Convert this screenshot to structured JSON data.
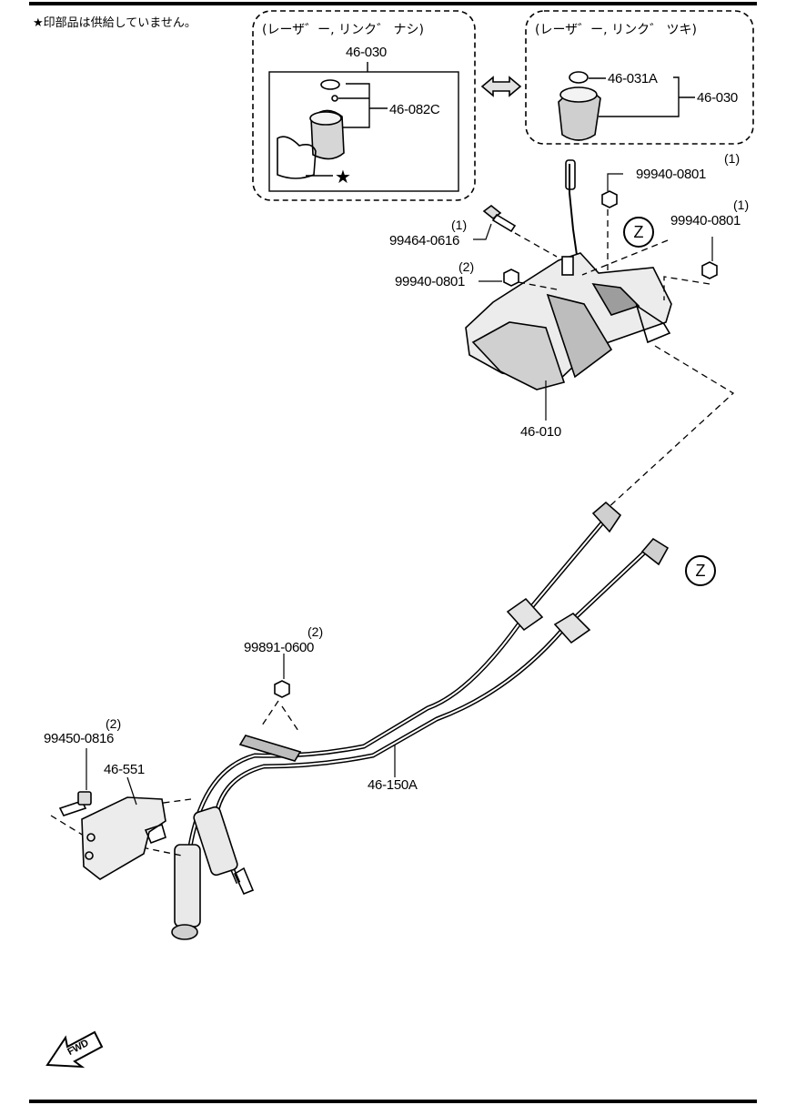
{
  "note": {
    "star": "★",
    "text": "印部品は供給していません。"
  },
  "variants": {
    "left": {
      "caption": "(レーザ゛ー, リンク゛ ナシ)",
      "part_number": "46-030",
      "sub_callout": "46-082C",
      "star": "★"
    },
    "right": {
      "caption": "(レーザ゛ー, リンク゛ ツキ)",
      "part_number": "46-030",
      "sub_callout": "46-031A"
    }
  },
  "parts": {
    "nut_top_right": {
      "number": "99940-0801",
      "qty": "(1)"
    },
    "nut_right": {
      "number": "99940-0801",
      "qty": "(1)"
    },
    "bolt_lever": {
      "number": "99464-0616",
      "qty": "(1)"
    },
    "nut_left": {
      "number": "99940-0801",
      "qty": "(2)"
    },
    "lever_assembly": {
      "number": "46-010"
    },
    "nut_cable": {
      "number": "99891-0600",
      "qty": "(2)"
    },
    "bolt_bracket": {
      "number": "99450-0816",
      "qty": "(2)"
    },
    "bracket": {
      "number": "46-551"
    },
    "cable": {
      "number": "46-150A"
    }
  },
  "ref_mark": "Z",
  "direction_label": "FWD",
  "colors": {
    "ink": "#000000",
    "paper": "#ffffff",
    "shade": "#bdbdbd"
  }
}
